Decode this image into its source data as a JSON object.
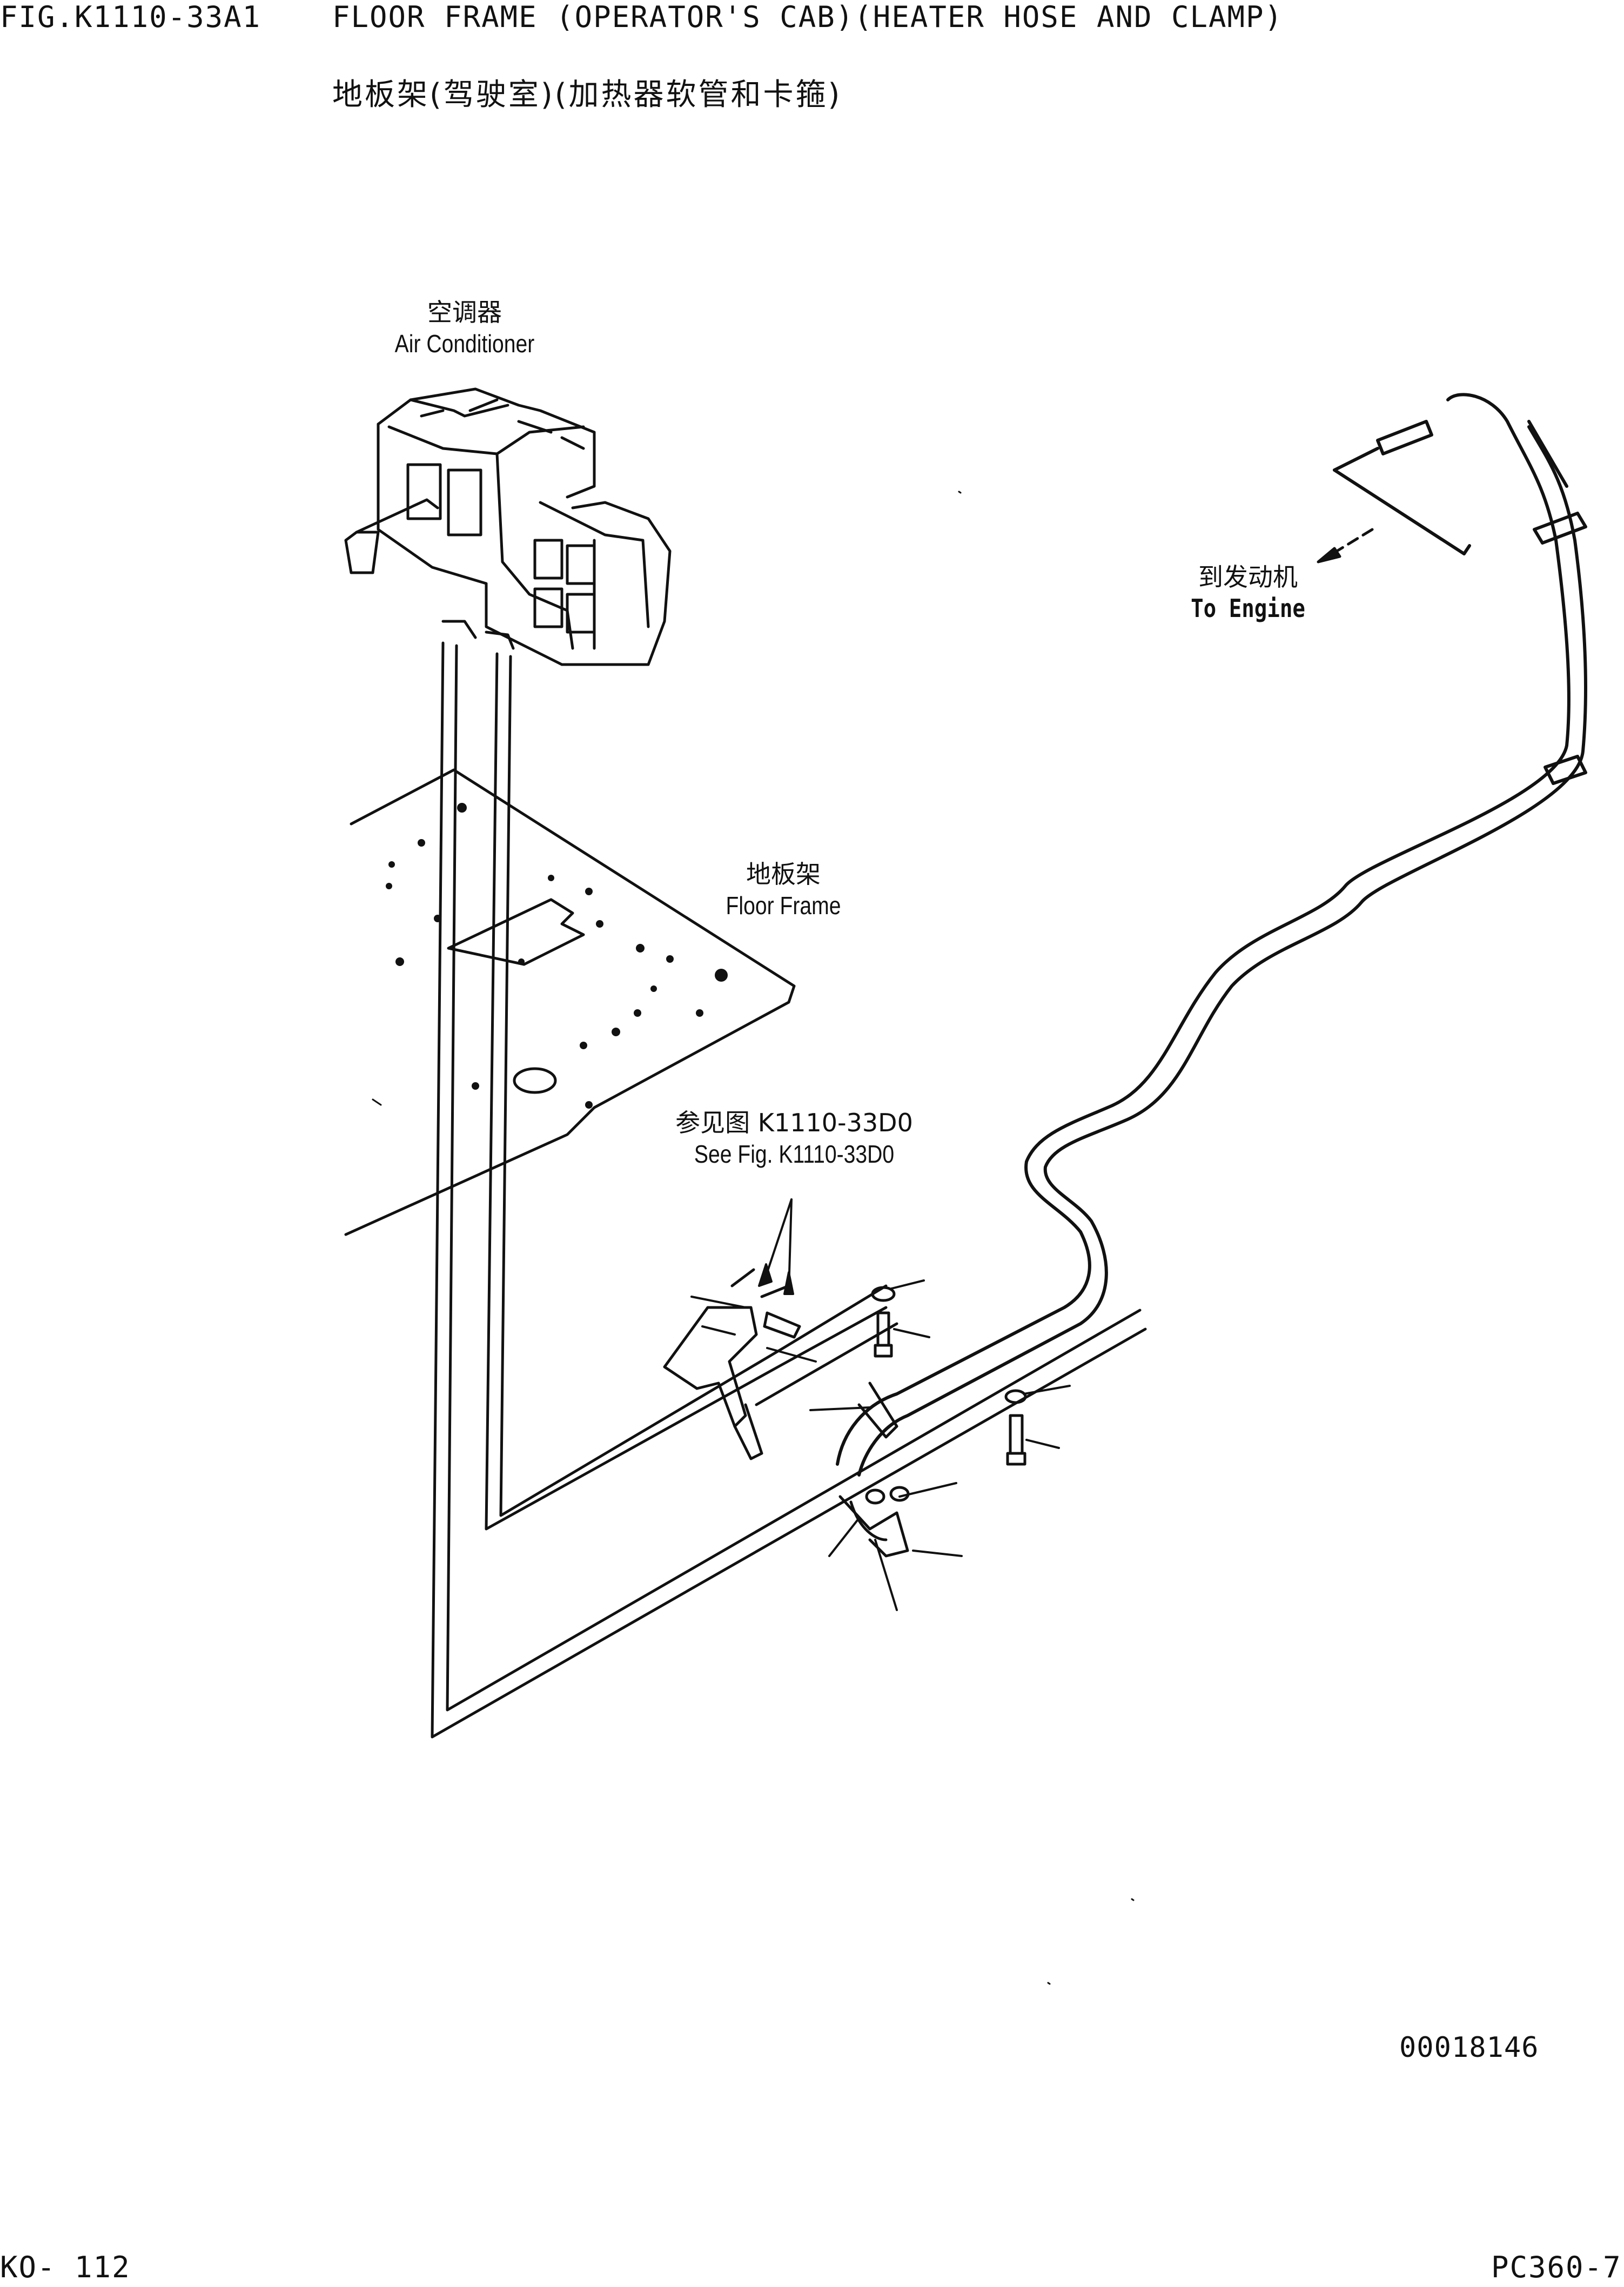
{
  "header": {
    "fig_number": "FIG.K1110-33A1",
    "title_en": "FLOOR FRAME (OPERATOR'S CAB)(HEATER HOSE AND CLAMP)",
    "title_zh": "地板架(驾驶室)(加热器软管和卡箍)"
  },
  "labels": {
    "air_conditioner": {
      "zh": "空调器",
      "en": "Air Conditioner"
    },
    "to_engine": {
      "zh": "到发动机",
      "en": "To Engine"
    },
    "floor_frame": {
      "zh": "地板架",
      "en": "Floor Frame"
    },
    "see_fig": {
      "zh": "参见图 K1110-33D0",
      "en": "See Fig. K1110-33D0"
    }
  },
  "drawing_number": "00018146",
  "footer": {
    "page": "KO- 112",
    "model": "PC360-7"
  }
}
